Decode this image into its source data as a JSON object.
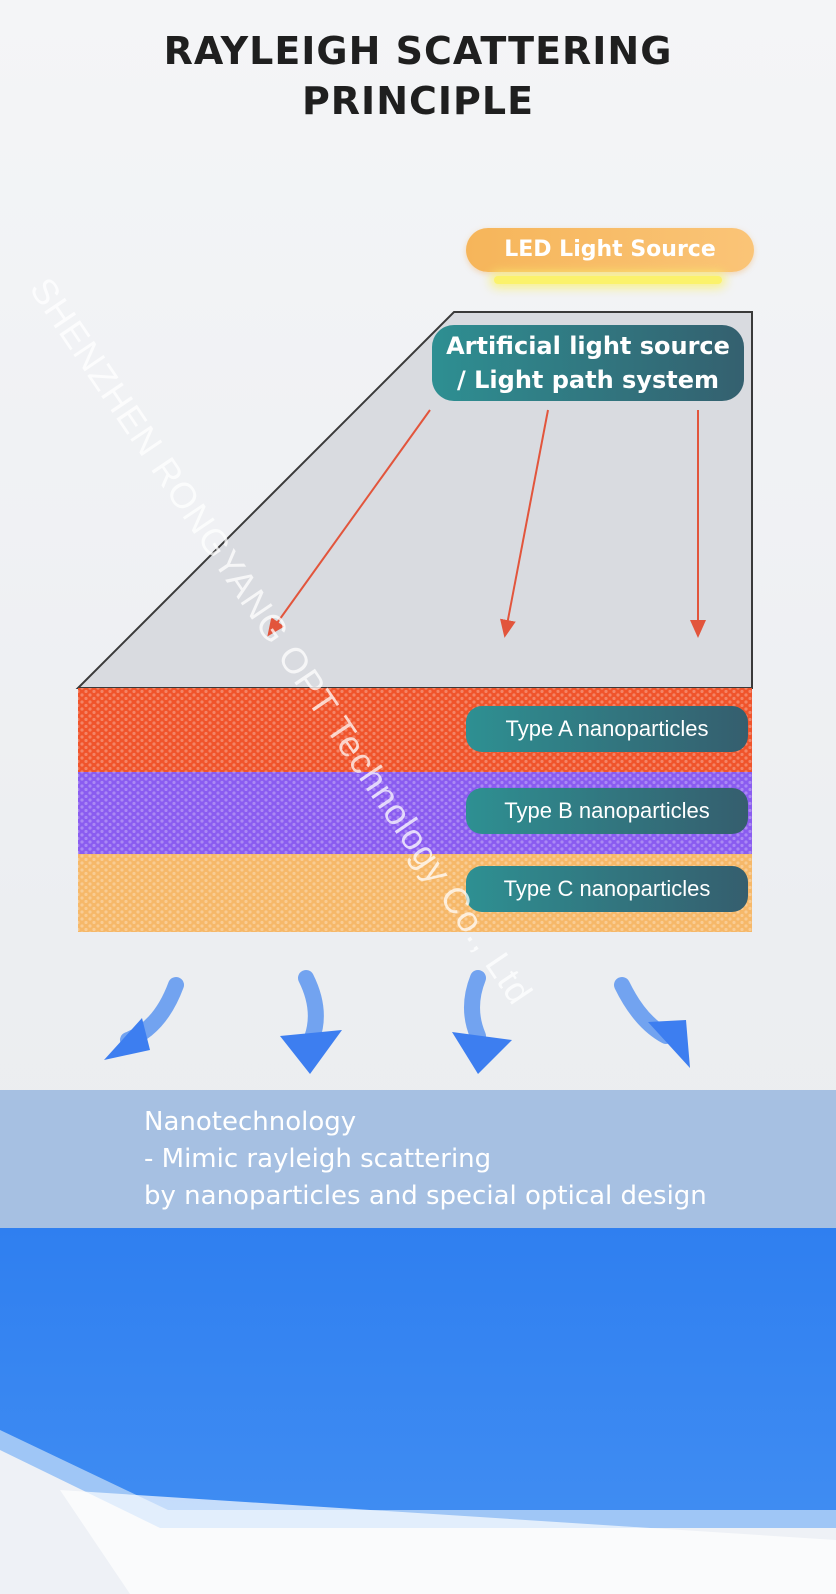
{
  "title": {
    "line1": "RAYLEIGH SCATTERING",
    "line2": "PRINCIPLE"
  },
  "led_label": "LED Light Source",
  "light_system": {
    "line1": "Artificial light source",
    "line2": "/ Light path system"
  },
  "layers": [
    {
      "label": "Type A nanoparticles",
      "color": "#f0542b"
    },
    {
      "label": "Type B nanoparticles",
      "color": "#8a5cf0"
    },
    {
      "label": "Type C nanoparticles",
      "color": "#f6b869"
    }
  ],
  "watermark": "SHENZHEN RONGYANG OPT Technology Co., Ltd",
  "bottom_text": {
    "line1": "Nanotechnology",
    "line2": "- Mimic rayleigh scattering",
    "line3": "by nanoparticles and special optical design"
  },
  "colors": {
    "arrow_red": "#e2553c",
    "arrow_blue": "#3d7ef0",
    "panel_blue": "#3a86f0"
  }
}
